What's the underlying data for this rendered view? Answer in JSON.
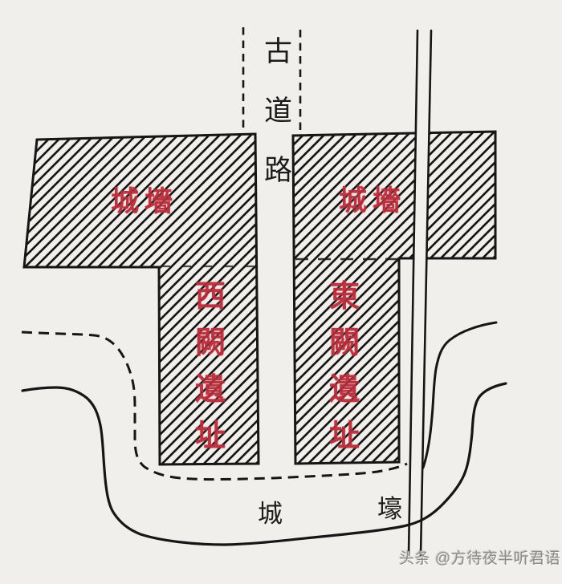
{
  "colors": {
    "background": "#f1efeb",
    "ink": "#1b1b1b",
    "red_label": "#b92c3b",
    "watermark_gray": "#8e8c8a"
  },
  "labels": {
    "ancient_road": {
      "text": "古道路",
      "chars": [
        "古",
        "道",
        "路"
      ]
    },
    "city_wall_left": "城墻",
    "city_wall_right": "城墻",
    "west_que": {
      "text": "西闕遺址",
      "chars": [
        "西",
        "闕",
        "遺",
        "址"
      ]
    },
    "east_que": {
      "text": "東闕遺址",
      "chars": [
        "東",
        "闕",
        "遺",
        "址"
      ]
    },
    "moat": {
      "text": "城壕",
      "chars": [
        "城",
        "壕"
      ]
    }
  },
  "watermark": {
    "brand": "头条",
    "handle": "@方待夜半听君语"
  }
}
